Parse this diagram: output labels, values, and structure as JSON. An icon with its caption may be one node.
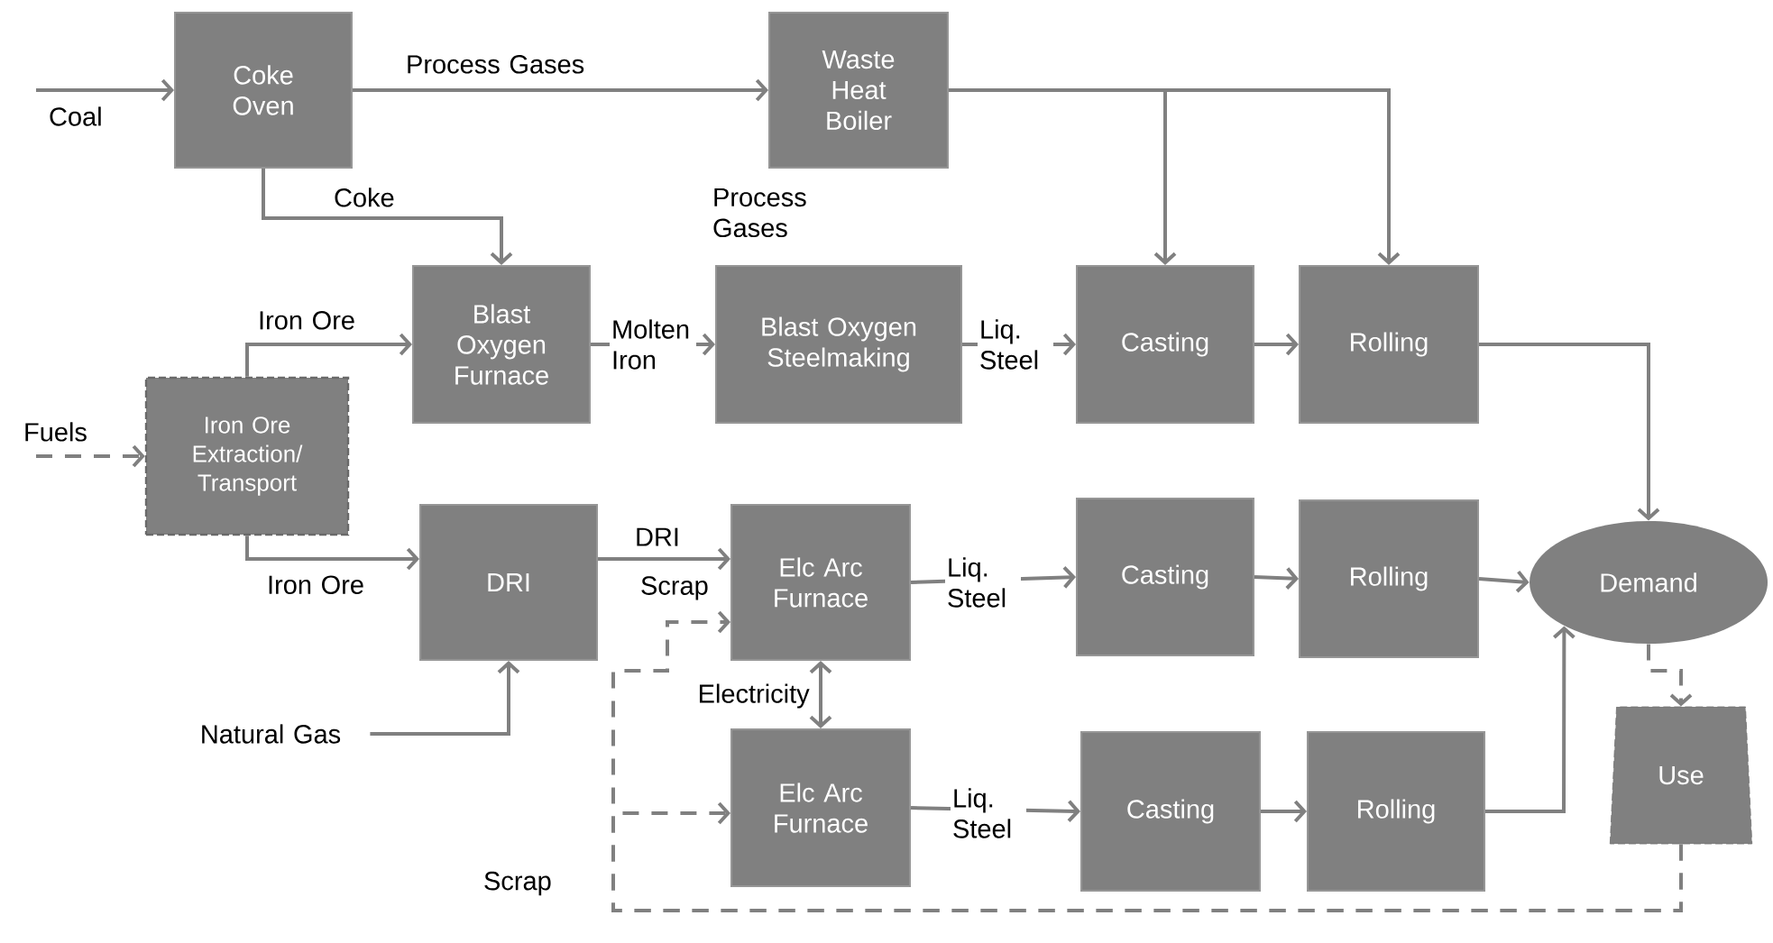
{
  "diagram": {
    "nodes": [
      {
        "text": [
          "Coke Oven"
        ]
      },
      {
        "text": [
          "Waste Heat Boiler"
        ]
      },
      {
        "text": [
          "Blast Oxygen Furnace"
        ]
      },
      {
        "text": [
          "Blast Oxygen Steelmaking"
        ]
      },
      {
        "text": [
          "Casting"
        ]
      },
      {
        "text": [
          "Rolling"
        ]
      },
      {
        "text": [
          "Iron Ore Extraction/ Transport"
        ]
      },
      {
        "text": [
          "DRI"
        ]
      },
      {
        "text": [
          "Elc Arc Furnace"
        ]
      },
      {
        "text": [
          "Casting"
        ]
      },
      {
        "text": [
          "Rolling"
        ]
      },
      {
        "text": [
          "Demand"
        ]
      },
      {
        "text": [
          "Natural Gas"
        ]
      },
      {
        "text": [
          "Elc Arc Furnace"
        ]
      },
      {
        "text": [
          "Casting"
        ]
      },
      {
        "text": [
          "Rolling"
        ]
      },
      {
        "text": [
          "Use"
        ]
      }
    ],
    "edges": [
      {
        "from": null,
        "to": 0,
        "arrow": "to",
        "label": "Coal"
      },
      {
        "from": 0,
        "to": 1,
        "arrow": "to",
        "label": "Process Gases"
      },
      {
        "from": 0,
        "to": 2,
        "arrow": "to",
        "label": "Coke"
      },
      {
        "from": 1,
        "to": 4,
        "arrow": "to"
      },
      {
        "from": 1,
        "to": 5,
        "arrow": "to"
      },
      {
        "from": 6,
        "to": 2,
        "arrow": "to",
        "label": "Iron Ore"
      },
      {
        "from": 2,
        "to": 3,
        "arrow": "to",
        "label": "Molten Iron"
      },
      {
        "from": 3,
        "to": 4,
        "arrow": "to",
        "label": "Liq. Steel"
      },
      {
        "from": 4,
        "to": 5,
        "arrow": "to"
      },
      {
        "from": 5,
        "to": 11,
        "arrow": "to"
      },
      {
        "from": null,
        "to": 6,
        "arrow": "to",
        "label": "Fuels",
        "style": "dashed"
      },
      {
        "from": 6,
        "to": 7,
        "arrow": "to",
        "label": "Iron Ore"
      },
      {
        "from": 12,
        "to": 7,
        "arrow": "to"
      },
      {
        "from": 7,
        "to": 8,
        "arrow": "to",
        "label": "DRI"
      },
      {
        "from": 8,
        "to": 13,
        "arrow": "both",
        "label": "Electricity"
      },
      {
        "from": 8,
        "to": 9,
        "arrow": "to",
        "label": "Liq. Steel"
      },
      {
        "from": 9,
        "to": 10,
        "arrow": "to"
      },
      {
        "from": 10,
        "to": 11,
        "arrow": "to"
      },
      {
        "from": 13,
        "to": 14,
        "arrow": "to",
        "label": "Liq. Steel"
      },
      {
        "from": 14,
        "to": 15,
        "arrow": "to"
      },
      {
        "from": 15,
        "to": 11,
        "arrow": "to"
      },
      {
        "from": 11,
        "to": 16,
        "arrow": "to",
        "style": "dashed"
      },
      {
        "from": 16,
        "to": 8,
        "arrow": "to",
        "label": "Scrap",
        "style": "dashed"
      },
      {
        "from": 16,
        "to": 13,
        "arrow": "to",
        "style": "dashed"
      }
    ],
    "labels": [
      "Process Gases",
      "Scrap"
    ]
  }
}
